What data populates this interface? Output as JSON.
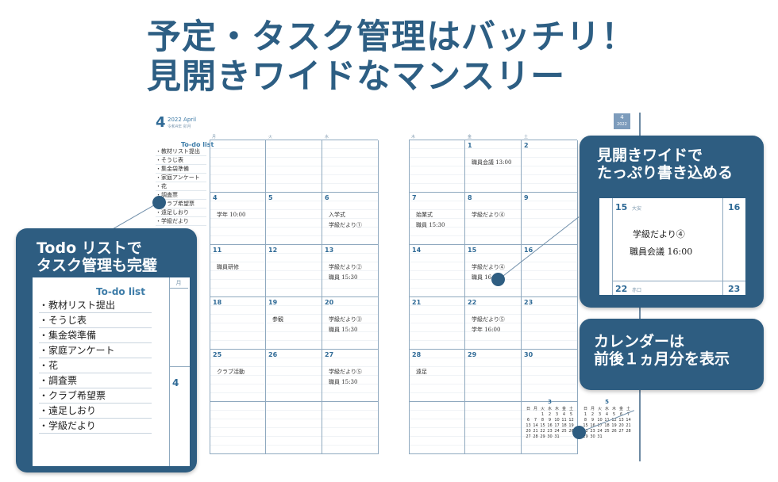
{
  "headline": {
    "line1": "予定・タスク管理はバッチリ！",
    "line2": "見開きワイドなマンスリー"
  },
  "left_page": {
    "month_number": "4",
    "year_label": "2022 April",
    "sub_label": "令和4年 卯月",
    "todo_title": "To-do list",
    "todo_items": [
      "・教材リスト提出",
      "・そうじ表",
      "・集金袋準備",
      "・家庭アンケート",
      "・花",
      "・調査票",
      "・クラブ希望票",
      "・遠足しおり",
      "・学級だより"
    ],
    "day_headers": [
      "月",
      "火",
      "水"
    ],
    "cells": [
      {
        "num": "",
        "tag": "",
        "notes": []
      },
      {
        "num": "",
        "tag": "",
        "notes": []
      },
      {
        "num": "",
        "tag": "",
        "notes": []
      },
      {
        "num": "4",
        "tag": "",
        "notes": [
          "学年 10:00"
        ]
      },
      {
        "num": "5",
        "tag": "",
        "notes": []
      },
      {
        "num": "6",
        "tag": "",
        "notes": [
          "入学式",
          "学級だより①"
        ]
      },
      {
        "num": "11",
        "tag": "",
        "notes": [
          "職員研修"
        ]
      },
      {
        "num": "12",
        "tag": "",
        "notes": []
      },
      {
        "num": "13",
        "tag": "",
        "notes": [
          "学級だより②",
          "職員 15:30"
        ]
      },
      {
        "num": "18",
        "tag": "",
        "notes": []
      },
      {
        "num": "19",
        "tag": "",
        "notes": [
          "参観"
        ]
      },
      {
        "num": "20",
        "tag": "",
        "notes": [
          "学級だより③",
          "職員 15:30"
        ]
      },
      {
        "num": "25",
        "tag": "",
        "notes": [
          "クラブ活動"
        ]
      },
      {
        "num": "26",
        "tag": "",
        "notes": []
      },
      {
        "num": "27",
        "tag": "",
        "notes": [
          "学級だより⑤",
          "職員 15:30"
        ]
      },
      {
        "num": "",
        "tag": "",
        "notes": []
      },
      {
        "num": "",
        "tag": "",
        "notes": []
      },
      {
        "num": "",
        "tag": "",
        "notes": []
      }
    ]
  },
  "right_page": {
    "tab_month": "4",
    "tab_year": "2022",
    "day_headers": [
      "木",
      "金",
      "土"
    ],
    "cells": [
      {
        "num": "",
        "tag": "",
        "notes": []
      },
      {
        "num": "1",
        "tag": "",
        "notes": [
          "職員会議 13:00"
        ]
      },
      {
        "num": "2",
        "tag": "",
        "notes": []
      },
      {
        "num": "7",
        "tag": "",
        "notes": [
          "始業式",
          "職員 15:30"
        ]
      },
      {
        "num": "8",
        "tag": "",
        "notes": [
          "学級だより④"
        ]
      },
      {
        "num": "9",
        "tag": "",
        "notes": []
      },
      {
        "num": "14",
        "tag": "",
        "notes": []
      },
      {
        "num": "15",
        "tag": "",
        "notes": [
          "学級だより④",
          "職員 16:00"
        ]
      },
      {
        "num": "16",
        "tag": "",
        "notes": []
      },
      {
        "num": "21",
        "tag": "",
        "notes": []
      },
      {
        "num": "22",
        "tag": "",
        "notes": [
          "学級だより⑤",
          "学年 16:00"
        ]
      },
      {
        "num": "23",
        "tag": "",
        "notes": []
      },
      {
        "num": "28",
        "tag": "",
        "notes": [
          "遠足"
        ]
      },
      {
        "num": "29",
        "tag": "",
        "notes": []
      },
      {
        "num": "30",
        "tag": "",
        "notes": []
      },
      {
        "num": "",
        "tag": "",
        "notes": []
      },
      {
        "num": "",
        "tag": "",
        "notes": []
      },
      {
        "num": "",
        "tag": "",
        "notes": []
      }
    ],
    "mini_cal_prev": {
      "title": "3",
      "rows": [
        [
          "日",
          "月",
          "火",
          "水",
          "木",
          "金",
          "土"
        ],
        [
          "",
          "",
          "1",
          "2",
          "3",
          "4",
          "5"
        ],
        [
          "6",
          "7",
          "8",
          "9",
          "10",
          "11",
          "12"
        ],
        [
          "13",
          "14",
          "15",
          "16",
          "17",
          "18",
          "19"
        ],
        [
          "20",
          "21",
          "22",
          "23",
          "24",
          "25",
          "26"
        ],
        [
          "27",
          "28",
          "29",
          "30",
          "31",
          "",
          ""
        ]
      ]
    },
    "mini_cal_next": {
      "title": "5",
      "rows": [
        [
          "日",
          "月",
          "火",
          "水",
          "木",
          "金",
          "土"
        ],
        [
          "1",
          "2",
          "3",
          "4",
          "5",
          "6",
          "7"
        ],
        [
          "8",
          "9",
          "10",
          "11",
          "12",
          "13",
          "14"
        ],
        [
          "15",
          "16",
          "17",
          "18",
          "19",
          "20",
          "21"
        ],
        [
          "22",
          "23",
          "24",
          "25",
          "26",
          "27",
          "28"
        ],
        [
          "29",
          "30",
          "31",
          "",
          "",
          "",
          ""
        ]
      ]
    }
  },
  "callouts": {
    "todo": {
      "line1": "Todo リストで",
      "line2": "タスク管理も完璧",
      "zoom_title": "To-do list",
      "zoom_side_label": "月",
      "zoom_month": "4",
      "zoom_items": [
        "・教材リスト提出",
        "・そうじ表",
        "・集金袋準備",
        "・家庭アンケート",
        "・花",
        "・調査票",
        "・クラブ希望票",
        "・遠足しおり",
        "・学級だより"
      ]
    },
    "wide": {
      "line1": "見開きワイドで",
      "line2": "たっぷり書き込める",
      "day15": "15",
      "day15_tag": "大安",
      "day16": "16",
      "note1": "学級だより④",
      "note2": "職員会議 16:00",
      "day22": "22",
      "day22_tag": "赤口",
      "day23": "23"
    },
    "calendar": {
      "line1": "カレンダーは",
      "line2": "前後１ヵ月分を表示"
    }
  }
}
